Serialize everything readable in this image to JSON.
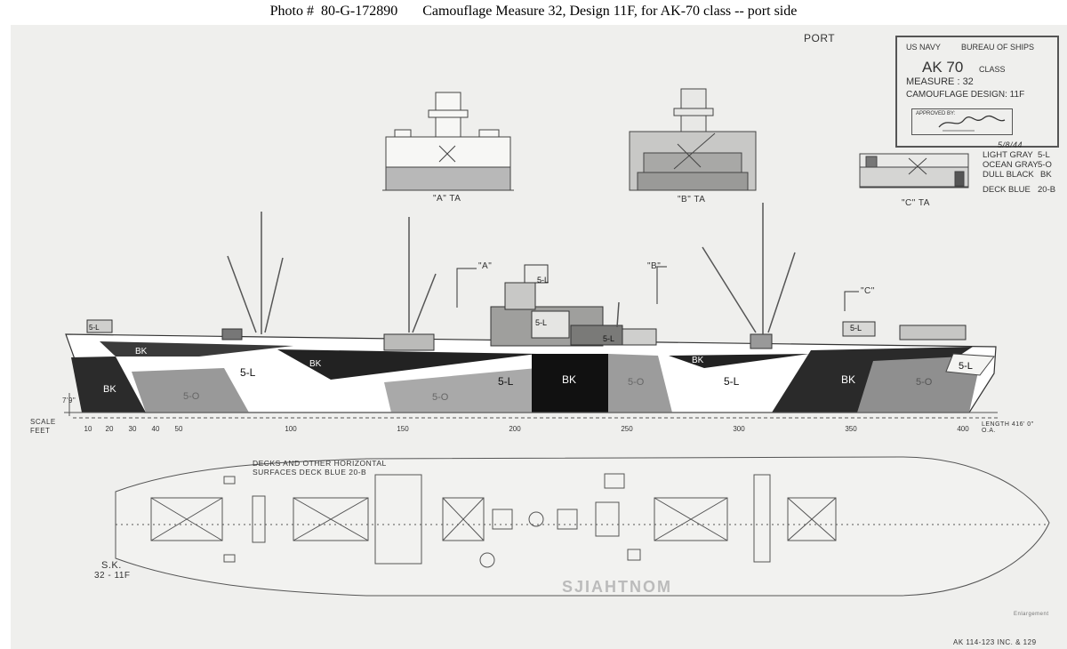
{
  "caption": "Photo #  80-G-172890       Camouflage Measure 32, Design 11F, for AK-70 class -- port side",
  "drawing": {
    "side_label": "PORT",
    "title_block": {
      "navy": "US NAVY",
      "bureau": "BUREAU OF SHIPS",
      "ship": "AK 70",
      "class_word": "CLASS",
      "measure": "MEASURE : 32",
      "design": "CAMOUFLAGE  DESIGN: 11F",
      "approved": "APPROVED BY:",
      "date": "5/8/44"
    },
    "legend": [
      {
        "name": "LIGHT  GRAY",
        "code": "5-L"
      },
      {
        "name": "OCEAN  GRAY",
        "code": "5-O"
      },
      {
        "name": "DULL  BLACK",
        "code": "BK"
      },
      {
        "name": "DECK  BLUE",
        "code": "20-B"
      }
    ],
    "views": {
      "a": "\"A\" TA",
      "b": "\"B\" TA",
      "c": "\"C\" TA"
    },
    "markers": {
      "a": "\"A\"",
      "b": "\"B\"",
      "c": "\"C\""
    },
    "hull_labels": {
      "bk": "BK",
      "light": "5-L",
      "ocean": "5-O"
    },
    "scale_ticks": [
      "10",
      "20",
      "30",
      "40",
      "50",
      "100",
      "150",
      "200",
      "250",
      "300",
      "350",
      "400"
    ],
    "scale_left": "SCALE",
    "scale_left2": "FEET",
    "draft": "7'9\"",
    "length_note": "LENGTH 416' 0\" O.A.",
    "deck_note_1": "DECKS AND OTHER HORIZONTAL",
    "deck_note_2": "SURFACES  DECK BLUE  20-B",
    "sk": "S.K.",
    "sk_code": "32 - 11F",
    "mirrored_name": "SJIAHTNOM",
    "footer": "AK 114-123 INC. & 129",
    "stamp": "Enlargement"
  }
}
